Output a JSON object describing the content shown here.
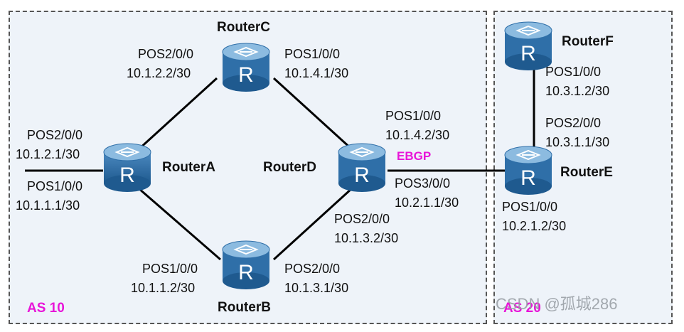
{
  "as_areas": {
    "as10": "AS 10",
    "as20": "AS 20"
  },
  "link_label": "EBGP",
  "routers": {
    "routerA": "RouterA",
    "routerB": "RouterB",
    "routerC": "RouterC",
    "routerD": "RouterD",
    "routerE": "RouterE",
    "routerF": "RouterF"
  },
  "router_glyph": "R",
  "interfaces": {
    "a_pos200": {
      "port": "POS2/0/0",
      "ip": "10.1.2.1/30"
    },
    "a_pos100": {
      "port": "POS1/0/0",
      "ip": "10.1.1.1/30"
    },
    "c_pos200": {
      "port": "POS2/0/0",
      "ip": "10.1.2.2/30"
    },
    "c_pos100": {
      "port": "POS1/0/0",
      "ip": "10.1.4.1/30"
    },
    "d_pos100": {
      "port": "POS1/0/0",
      "ip": "10.1.4.2/30"
    },
    "d_pos300": {
      "port": "POS3/0/0",
      "ip": "10.2.1.1/30"
    },
    "d_pos200": {
      "port": "POS2/0/0",
      "ip": "10.1.3.2/30"
    },
    "b_pos100": {
      "port": "POS1/0/0",
      "ip": "10.1.1.2/30"
    },
    "b_pos200": {
      "port": "POS2/0/0",
      "ip": "10.1.3.1/30"
    },
    "f_pos100": {
      "port": "POS1/0/0",
      "ip": "10.3.1.2/30"
    },
    "e_pos200": {
      "port": "POS2/0/0",
      "ip": "10.3.1.1/30"
    },
    "e_pos100": {
      "port": "POS1/0/0",
      "ip": "10.2.1.2/30"
    }
  },
  "watermark": "CSDN @孤城286",
  "colors": {
    "as_label": "#e815d8",
    "area_fill": "#eef3f9",
    "router_body": "#2f6fa8",
    "router_top": "#7fb0d8"
  }
}
